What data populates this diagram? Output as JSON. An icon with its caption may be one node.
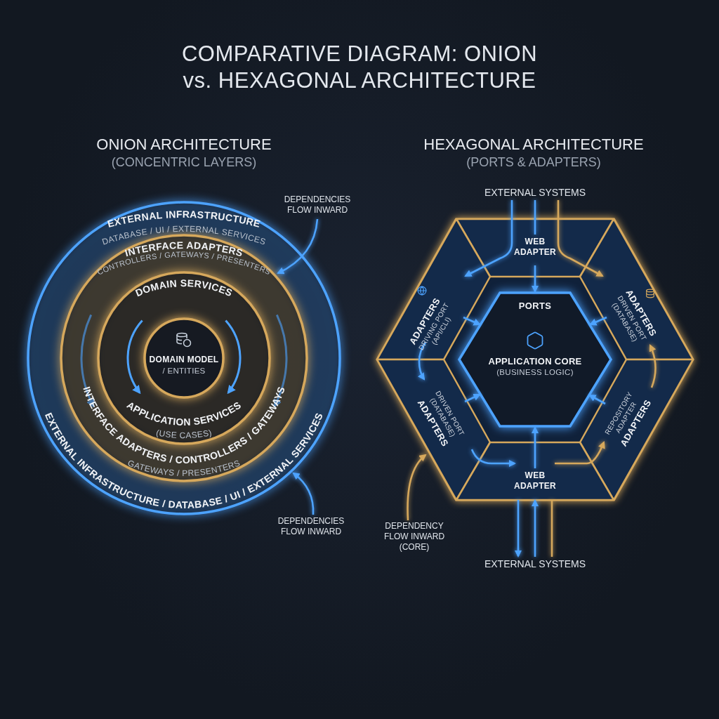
{
  "diagram": {
    "title": "COMPARATIVE DIAGRAM: ONION vs. HEXAGONAL ARCHITECTURE",
    "nodes": [
      {
        "text": [],
        "shape": "circle"
      },
      {
        "text": [],
        "shape": "circle",
        "in": 0
      },
      {
        "text": [
          "DOMAIN SERVICES",
          "APPLICATION SERVICES",
          "(USE CASES)"
        ],
        "in": 1
      },
      {
        "text": [
          "DOMAIN MODEL",
          "/ ENTITIES"
        ],
        "in": 2
      },
      {
        "text": [
          "DEPENDENCIES FLOW INWARD"
        ]
      },
      {
        "text": [
          "DEPENDENCIES FLOW INWARD"
        ]
      },
      {
        "text": [
          "EXTERNAL SYSTEMS"
        ]
      },
      {
        "text": [],
        "shape": "hexagon"
      },
      {
        "text": [
          "WEB ADAPTER"
        ],
        "in": 7
      },
      {
        "text": [
          "ADAPTERS",
          "DRIVING PORT (API/CLI)"
        ],
        "in": 7
      },
      {
        "text": [
          "ADAPTERS",
          "DRIVEN PORT (DATABASE)"
        ],
        "in": 7
      },
      {
        "text": [
          "PORTS",
          "APPLICATION CORE",
          "(BUSINESS LOGIC)"
        ],
        "in": 7
      },
      {
        "text": [
          "DRIVEN PORT (DATABASE)",
          "ADAPTERS"
        ],
        "in": 7
      },
      {
        "text": [
          "REPOSITORY ADAPTER",
          "ADAPTERS"
        ],
        "in": 7
      },
      {
        "text": [
          "WEB ADAPTER"
        ],
        "in": 7
      },
      {
        "text": [
          "EXTERNAL SYSTEMS"
        ]
      },
      {
        "text": [
          "DEPENDENCY FLOW INWARD (CORE)"
        ]
      }
    ],
    "edges": [
      {
        "from": 4,
        "to": 1,
        "arrow": "to"
      },
      {
        "from": 5,
        "to": 0,
        "arrow": "to"
      },
      {
        "from": 6,
        "to": 8,
        "arrow": "none"
      },
      {
        "from": 6,
        "to": 8,
        "arrow": "none"
      },
      {
        "from": 6,
        "to": 8,
        "arrow": "none",
        "color": "#d6a85c"
      },
      {
        "from": 8,
        "to": 9,
        "arrow": "to"
      },
      {
        "from": 8,
        "to": 11,
        "arrow": "to"
      },
      {
        "from": 8,
        "to": 10,
        "arrow": "to",
        "color": "#d6a85c"
      },
      {
        "from": 9,
        "to": 11,
        "arrow": "to"
      },
      {
        "from": 10,
        "to": 11,
        "arrow": "to"
      },
      {
        "from": 9,
        "to": 12,
        "arrow": "to"
      },
      {
        "from": 13,
        "to": 10,
        "arrow": "to",
        "color": "#d6a85c"
      },
      {
        "from": 12,
        "to": 11,
        "arrow": "to"
      },
      {
        "from": 13,
        "to": 11,
        "arrow": "to"
      },
      {
        "from": 12,
        "to": 14,
        "arrow": "to"
      },
      {
        "from": 14,
        "to": 11,
        "arrow": "to"
      },
      {
        "from": 14,
        "to": 13,
        "arrow": "to",
        "color": "#d6a85c"
      },
      {
        "from": 14,
        "to": 15,
        "arrow": "to"
      },
      {
        "from": 15,
        "to": 14,
        "arrow": "to"
      },
      {
        "from": 15,
        "to": 14,
        "arrow": "none",
        "color": "#d6a85c"
      },
      {
        "from": 16,
        "to": 12,
        "arrow": "to",
        "color": "#d6a85c"
      }
    ],
    "labels": [
      "ONION ARCHITECTURE",
      "(CONCENTRIC LAYERS)",
      "HEXAGONAL ARCHITECTURE",
      "(PORTS & ADAPTERS)",
      "EXTERNAL INFRASTRUCTURE",
      "DATABASE / UI / EXTERNAL SERVICES",
      "INTERFACE ADAPTERS",
      "CONTROLLERS / GATEWAYS / PRESENTERS",
      "INTERFACE ADAPTERS / CONTROLLERS / GATEWAYS",
      "GATEWAYS / PRESENTERS",
      "EXTERNAL INFRASTRUCTURE / DATABASE / UI / EXTERNAL SERVICES"
    ]
  }
}
